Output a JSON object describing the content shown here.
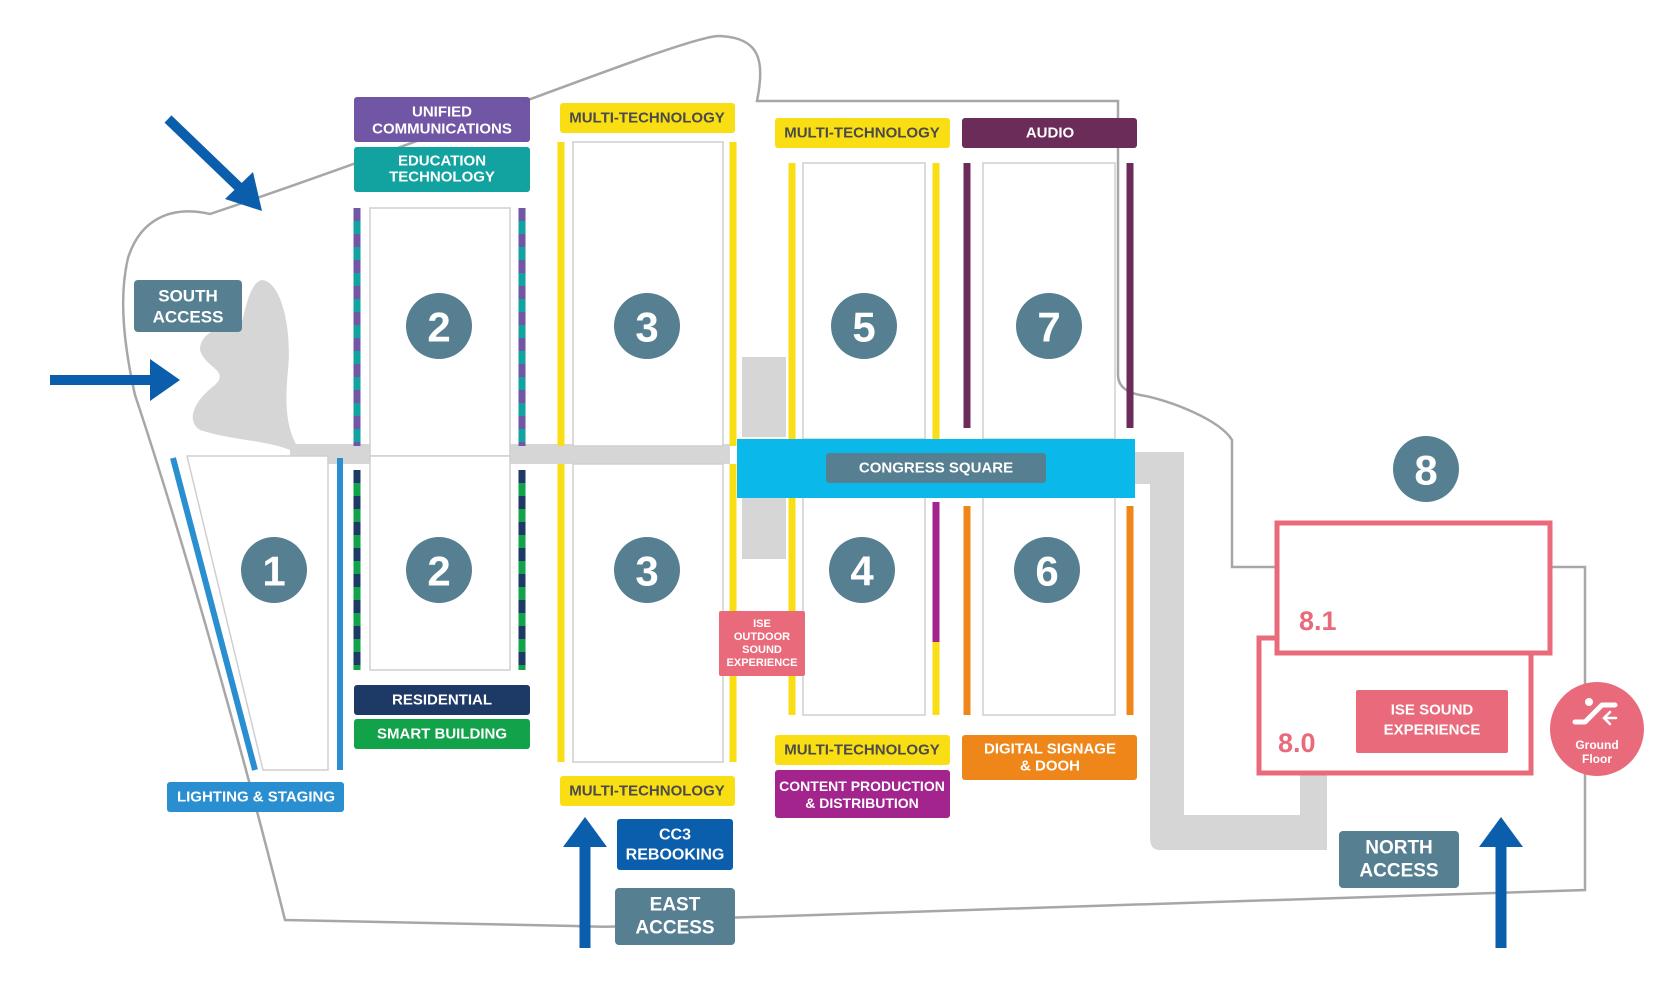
{
  "colors": {
    "slate": "#567f92",
    "yellow": "#fade14",
    "purple": "#7156a5",
    "teal": "#12a3a0",
    "navy": "#1d3a66",
    "green": "#12a24a",
    "light_blue": "#2a8fd0",
    "aubergine": "#6b2c5a",
    "magenta": "#a3248c",
    "orange": "#ef861a",
    "cyan": "#0bb8ea",
    "pink": "#e96b7b",
    "arrow_blue": "#0a5eab",
    "gray_path": "#d6d6d6",
    "outline": "#a7a7a7"
  },
  "halls": {
    "h1": "1",
    "h2_upper": "2",
    "h2_lower": "2",
    "h3_upper": "3",
    "h3_lower": "3",
    "h4": "4",
    "h5": "5",
    "h6": "6",
    "h7": "7",
    "h8": "8",
    "h8_1": "8.1",
    "h8_0": "8.0"
  },
  "zones": {
    "unified_communications": [
      "UNIFIED",
      "COMMUNICATIONS"
    ],
    "education_technology": [
      "EDUCATION",
      "TECHNOLOGY"
    ],
    "residential": "RESIDENTIAL",
    "smart_building": "SMART BUILDING",
    "lighting_staging": "LIGHTING & STAGING",
    "multi_tech_h3_top": "MULTI-TECHNOLOGY",
    "multi_tech_h3_bottom": "MULTI-TECHNOLOGY",
    "multi_tech_h5": "MULTI-TECHNOLOGY",
    "multi_tech_h4": "MULTI-TECHNOLOGY",
    "audio": "AUDIO",
    "digital_signage": [
      "DIGITAL SIGNAGE",
      "& DOOH"
    ],
    "content_production": [
      "CONTENT PRODUCTION",
      "& DISTRIBUTION"
    ],
    "congress_square": "CONGRESS SQUARE",
    "ise_outdoor": [
      "ISE",
      "OUTDOOR",
      "SOUND",
      "EXPERIENCE"
    ],
    "ise_sound": [
      "ISE SOUND",
      "EXPERIENCE"
    ],
    "cc3_rebooking": [
      "CC3",
      "REBOOKING"
    ]
  },
  "access": {
    "south": [
      "SOUTH",
      "ACCESS"
    ],
    "east": [
      "EAST",
      "ACCESS"
    ],
    "north": [
      "NORTH",
      "ACCESS"
    ]
  },
  "ground_floor": [
    "Ground",
    "Floor"
  ]
}
